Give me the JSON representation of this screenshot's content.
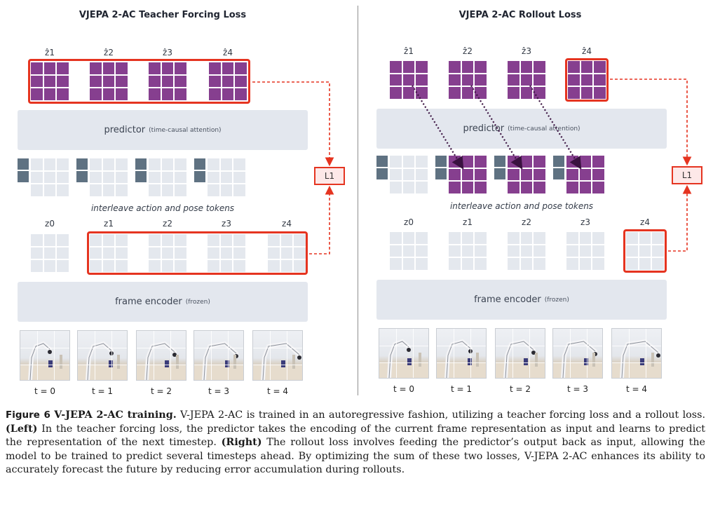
{
  "left_panel": {
    "title": "VJEPA 2-AC Teacher Forcing Loss",
    "predictor_label": "predictor",
    "predictor_note": "(time-causal attention)",
    "interleave_label": "interleave action and pose tokens",
    "encoder_label": "frame encoder",
    "encoder_note": "(frozen)",
    "loss_label": "L1",
    "pred_labels": [
      "ẑ1",
      "ẑ2",
      "ẑ3",
      "ẑ4"
    ],
    "z_labels": [
      "z0",
      "z1",
      "z2",
      "z3",
      "z4"
    ],
    "t_labels": [
      "t = 0",
      "t = 1",
      "t = 2",
      "t = 3",
      "t = 4"
    ]
  },
  "right_panel": {
    "title": "VJEPA 2-AC Rollout Loss",
    "predictor_label": "predictor",
    "predictor_note": "(time-causal attention)",
    "interleave_label": "interleave action and pose tokens",
    "encoder_label": "frame encoder",
    "encoder_note": "(frozen)",
    "loss_label": "L1",
    "pred_labels": [
      "ẑ1",
      "ẑ2",
      "ẑ3",
      "ẑ4"
    ],
    "z_labels": [
      "z0",
      "z1",
      "z2",
      "z3",
      "z4"
    ],
    "t_labels": [
      "t = 0",
      "t = 1",
      "t = 2",
      "t = 3",
      "t = 4"
    ]
  },
  "caption": {
    "figure_label": "Figure 6",
    "title": "V-JEPA 2-AC training.",
    "text_1": " V-JEPA 2-AC is trained in an autoregressive fashion, utilizing a teacher forcing loss and a rollout loss. ",
    "left_tag": "(Left)",
    "text_2": " In the teacher forcing loss, the predictor takes the encoding of the current frame representation as input and learns to predict the representation of the next timestep. ",
    "right_tag": "(Right)",
    "text_3": " The rollout loss involves feeding the predictor’s output back as input, allowing the model to be trained to predict several timesteps ahead. By optimizing the sum of these two losses, V-JEPA 2-AC enhances its ability to accurately forecast the future by reducing error accumulation during rollouts."
  },
  "colors": {
    "token_purple": "#863f8f",
    "token_grey": "#e4e8ee",
    "action_token": "#5f7282",
    "block_fill": "#e3e7ee",
    "loss_red": "#e53420"
  }
}
